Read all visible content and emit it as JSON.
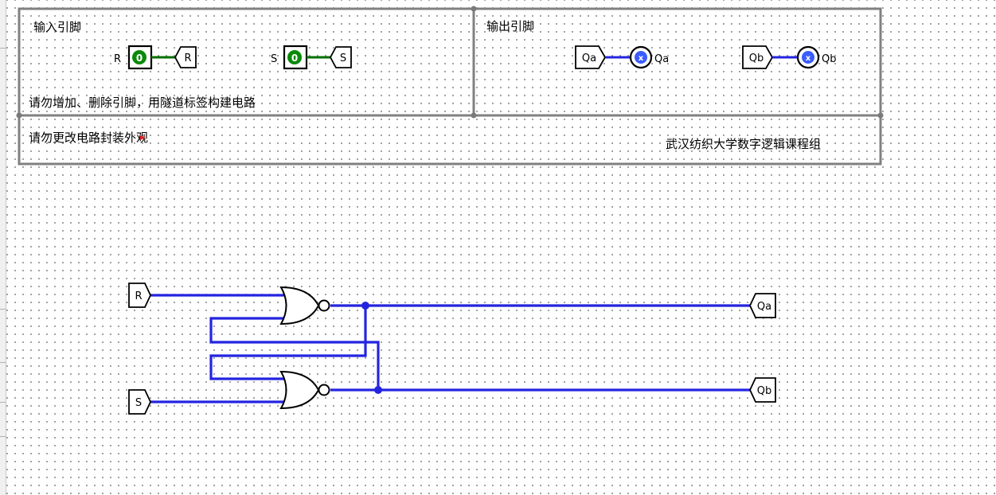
{
  "panel": {
    "input_title": "输入引脚",
    "output_title": "输出引脚",
    "pin_warning": "请勿增加、删除引脚，用隧道标签构建电路",
    "appearance_warning": "请勿更改电路封装外观",
    "org_label": "武汉纺织大学数字逻辑课程组"
  },
  "inputs": [
    {
      "name": "R",
      "value": "0",
      "tunnel": "R"
    },
    {
      "name": "S",
      "value": "0",
      "tunnel": "S"
    }
  ],
  "outputs": [
    {
      "tunnel": "Qa",
      "probe": "x",
      "name": "Qa"
    },
    {
      "tunnel": "Qb",
      "probe": "x",
      "name": "Qb"
    }
  ],
  "circuit": {
    "input_tunnels": [
      "R",
      "S"
    ],
    "output_tunnels": [
      "Qa",
      "Qb"
    ],
    "gates": [
      "nor-gate",
      "nor-gate"
    ]
  },
  "colors": {
    "wire_unknown": "#2424e0",
    "wire_low": "#007000",
    "pin_green": "#0a8a0a",
    "probe_blue": "#3a5cff",
    "frame": "#808080"
  }
}
